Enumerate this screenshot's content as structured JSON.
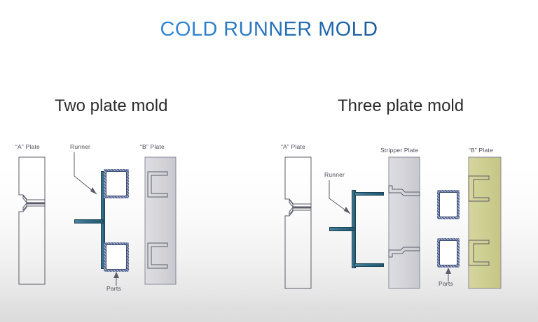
{
  "slide": {
    "title": "COLD RUNNER MOLD",
    "title_color_start": "#3d9ae0",
    "title_color_end": "#16305c",
    "background": "#ffffff"
  },
  "diagrams": [
    {
      "id": "two-plate-mold",
      "heading": "Two plate mold",
      "components": [
        {
          "name": "a-plate",
          "label": "“A” Plate",
          "color": "#cfcf93",
          "material": "olive"
        },
        {
          "name": "runner",
          "label": "Runner",
          "color": "#2f6b86",
          "material": "teal"
        },
        {
          "name": "parts",
          "label": "Parts",
          "color": "#5a6a96",
          "material": "hatched"
        },
        {
          "name": "b-plate",
          "label": "“B” Plate",
          "color": "#d4d4d9",
          "material": "gray"
        }
      ]
    },
    {
      "id": "three-plate-mold",
      "heading": "Three plate mold",
      "components": [
        {
          "name": "a-plate",
          "label": "“A” Plate",
          "color": "#cfcf93",
          "material": "olive"
        },
        {
          "name": "runner",
          "label": "Runner",
          "color": "#2f6b86",
          "material": "teal"
        },
        {
          "name": "stripper-plate",
          "label": "Stripper Plate",
          "color": "#d4d4d9",
          "material": "gray"
        },
        {
          "name": "parts",
          "label": "Parts",
          "color": "#5a6a96",
          "material": "hatched"
        },
        {
          "name": "b-plate",
          "label": "“B” Plate",
          "color": "#cfcf93",
          "material": "olive"
        }
      ]
    }
  ]
}
